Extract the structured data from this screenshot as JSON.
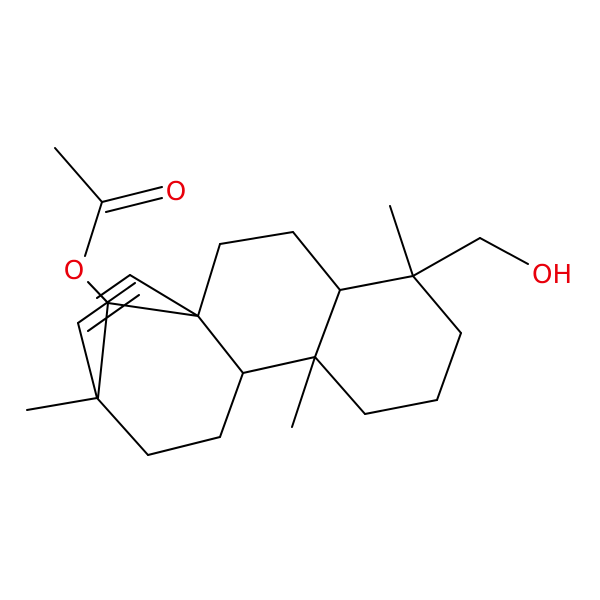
{
  "molecule": {
    "atoms": [
      {
        "id": "O_carbonyl",
        "symbol": "O",
        "color": "#e8000b"
      },
      {
        "id": "O_ester",
        "symbol": "O",
        "color": "#e8000b"
      },
      {
        "id": "O_hydroxyl",
        "symbol": "OH",
        "color": "#e8000b"
      }
    ],
    "colors": {
      "carbon_bond": "#000000",
      "oxygen": "#e8000b"
    }
  }
}
